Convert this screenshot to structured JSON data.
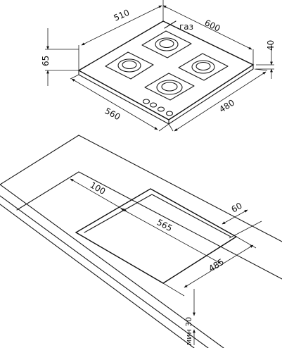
{
  "hob_dims": {
    "depth_top": "510",
    "width_top": "600",
    "thickness": "40",
    "height_total": "65",
    "width_bottom": "560",
    "depth_bottom": "480",
    "gas_label": "газ"
  },
  "cutout_dims": {
    "edge_offset": "100",
    "rear_offset": "60",
    "cut_width": "565",
    "cut_depth": "485",
    "min_thickness": "мин 30"
  }
}
